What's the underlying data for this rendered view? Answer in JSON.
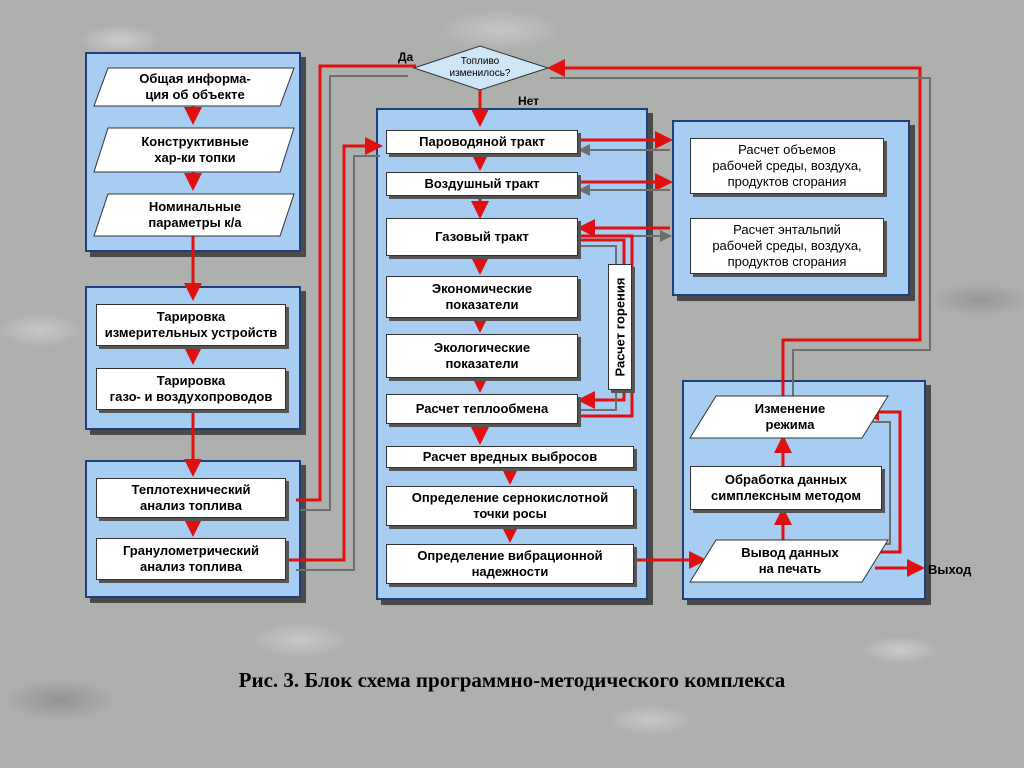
{
  "decision": {
    "text": "Топливо\nизменилось?",
    "yes": "Да",
    "no": "Нет"
  },
  "left": {
    "general_info": "Общая информа-\nция об объекте",
    "design_chars": "Конструктивные\nхар-ки топки",
    "nominal_params": "Номинальные\nпараметры  к/а",
    "calib_meters": "Тарировка\nизмерительных устройств",
    "calib_ducts": "Тарировка\nгазо- и воздухопроводов",
    "thermal_analysis": "Теплотехнический\nанализ топлива",
    "granulo_analysis": "Гранулометрический\nанализ топлива"
  },
  "center": {
    "steam_water": "Пароводяной тракт",
    "air_path": "Воздушный тракт",
    "gas_path": "Газовый тракт",
    "economic": "Экономические\nпоказатели",
    "ecological": "Экологические\nпоказатели",
    "heat_exchange": "Расчет теплообмена",
    "emissions": "Расчет вредных выбросов",
    "dew_point": "Определение сернокислотной\nточки росы",
    "vibration": "Определение вибрационной\nнадежности",
    "combustion": "Расчет горения"
  },
  "right": {
    "volumes": "Расчет объемов\nрабочей среды, воздуха,\nпродуктов сгорания",
    "enthalpies": "Расчет энтальпий\nрабочей среды, воздуха,\nпродуктов сгорания",
    "mode_change": "Изменение\nрежима",
    "simplex": "Обработка данных\nсимплексным методом",
    "print_output": "Вывод данных\nна печать",
    "exit": "Выход"
  },
  "caption": "Рис. 3. Блок схема программно-методического комплекса",
  "colors": {
    "arrow_red": "#e01010",
    "arrow_gray": "#6e6e6e",
    "panel": "#a7cdf3",
    "panel_border": "#1f3f7a"
  }
}
